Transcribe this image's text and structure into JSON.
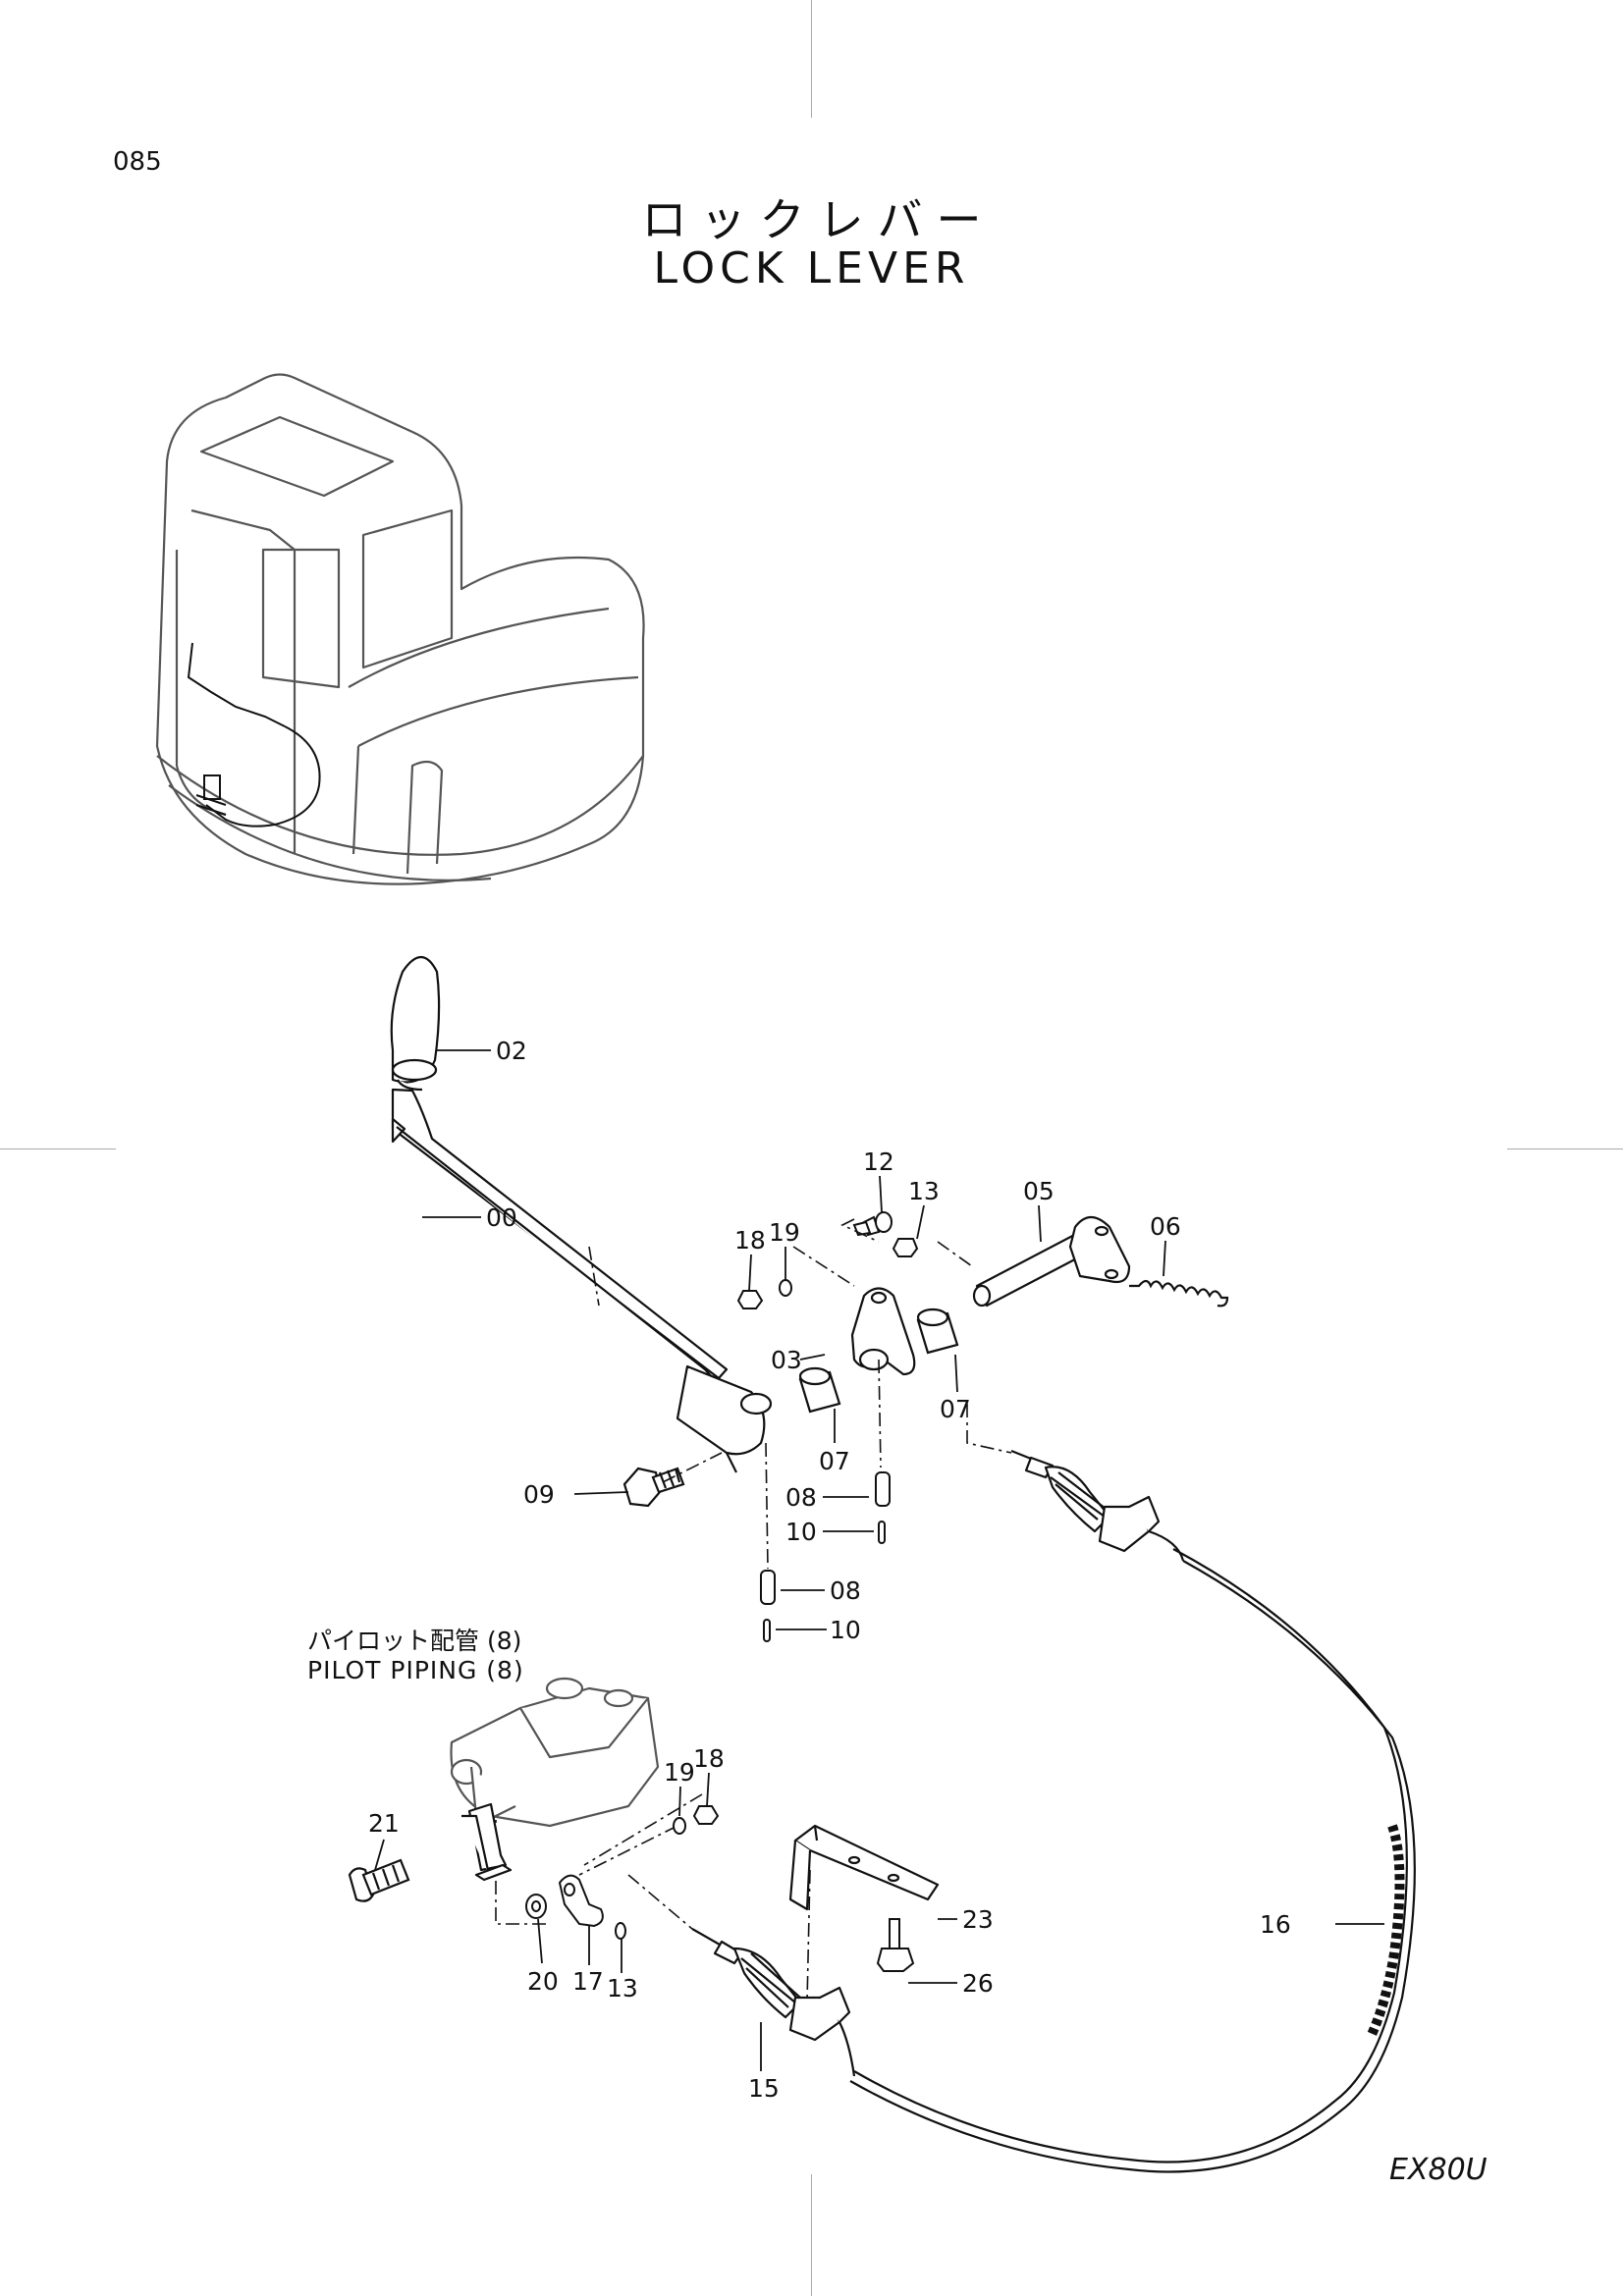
{
  "header": {
    "page_number": "085",
    "title_ja": "ロックレバー",
    "title_en": "LOCK LEVER"
  },
  "footer": {
    "model": "EX80U"
  },
  "callouts": {
    "pilot_piping_ja": "パイロット配管 (8)",
    "pilot_piping_en": "PILOT PIPING (8)"
  },
  "parts": [
    {
      "id": "02"
    },
    {
      "id": "00"
    },
    {
      "id": "12"
    },
    {
      "id": "13"
    },
    {
      "id": "05"
    },
    {
      "id": "06"
    },
    {
      "id": "18"
    },
    {
      "id": "19"
    },
    {
      "id": "03"
    },
    {
      "id": "07"
    },
    {
      "id": "07"
    },
    {
      "id": "09"
    },
    {
      "id": "08"
    },
    {
      "id": "10"
    },
    {
      "id": "08"
    },
    {
      "id": "10"
    },
    {
      "id": "19"
    },
    {
      "id": "18"
    },
    {
      "id": "21"
    },
    {
      "id": "23"
    },
    {
      "id": "26"
    },
    {
      "id": "16"
    },
    {
      "id": "20"
    },
    {
      "id": "17"
    },
    {
      "id": "13"
    },
    {
      "id": "15"
    }
  ]
}
